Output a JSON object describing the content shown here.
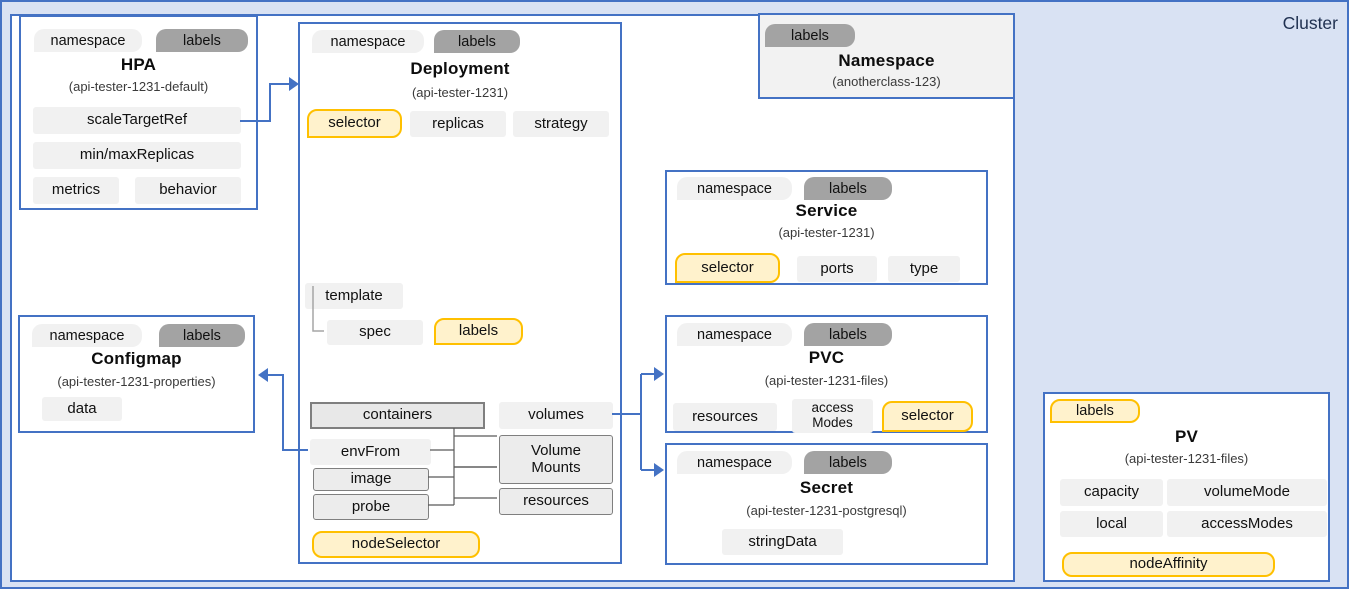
{
  "cluster_label": "Cluster",
  "hpa": {
    "tag_namespace": "namespace",
    "tag_labels": "labels",
    "title": "HPA",
    "subtitle": "(api-tester-1231-default)",
    "scale_target_ref": "scaleTargetRef",
    "min_max_replicas": "min/maxReplicas",
    "metrics": "metrics",
    "behavior": "behavior"
  },
  "deployment": {
    "tag_namespace": "namespace",
    "tag_labels": "labels",
    "title": "Deployment",
    "subtitle": "(api-tester-1231)",
    "selector": "selector",
    "replicas": "replicas",
    "strategy": "strategy",
    "template": "template",
    "spec": "spec",
    "labels": "labels",
    "containers": "containers",
    "volumes": "volumes",
    "env_from": "envFrom",
    "image": "image",
    "probe": "probe",
    "volume_mounts": "Volume Mounts",
    "resources": "resources",
    "node_selector": "nodeSelector"
  },
  "namespace_box": {
    "tag_labels": "labels",
    "title": "Namespace",
    "subtitle": "(anotherclass-123)"
  },
  "service": {
    "tag_namespace": "namespace",
    "tag_labels": "labels",
    "title": "Service",
    "subtitle": "(api-tester-1231)",
    "selector": "selector",
    "ports": "ports",
    "type": "type"
  },
  "configmap": {
    "tag_namespace": "namespace",
    "tag_labels": "labels",
    "title": "Configmap",
    "subtitle": "(api-tester-1231-properties)",
    "data": "data"
  },
  "pvc": {
    "tag_namespace": "namespace",
    "tag_labels": "labels",
    "title": "PVC",
    "subtitle": "(api-tester-1231-files)",
    "resources": "resources",
    "access_modes": "access Modes",
    "selector": "selector"
  },
  "secret": {
    "tag_namespace": "namespace",
    "tag_labels": "labels",
    "title": "Secret",
    "subtitle": "(api-tester-1231-postgresql)",
    "string_data": "stringData"
  },
  "pv": {
    "tag_labels": "labels",
    "title": "PV",
    "subtitle": "(api-tester-1231-files)",
    "capacity": "capacity",
    "volume_mode": "volumeMode",
    "local": "local",
    "access_modes": "accessModes",
    "node_affinity": "nodeAffinity"
  },
  "colors": {
    "accent_blue": "#4472c4",
    "cluster_bg": "#d9e2f3",
    "yellow_fill": "#fff2cc",
    "yellow_border": "#ffc000",
    "tag_dark_grey": "#a3a3a3",
    "pill_light_grey": "#f1f1f1",
    "outline_grey": "#7f7f7f"
  }
}
